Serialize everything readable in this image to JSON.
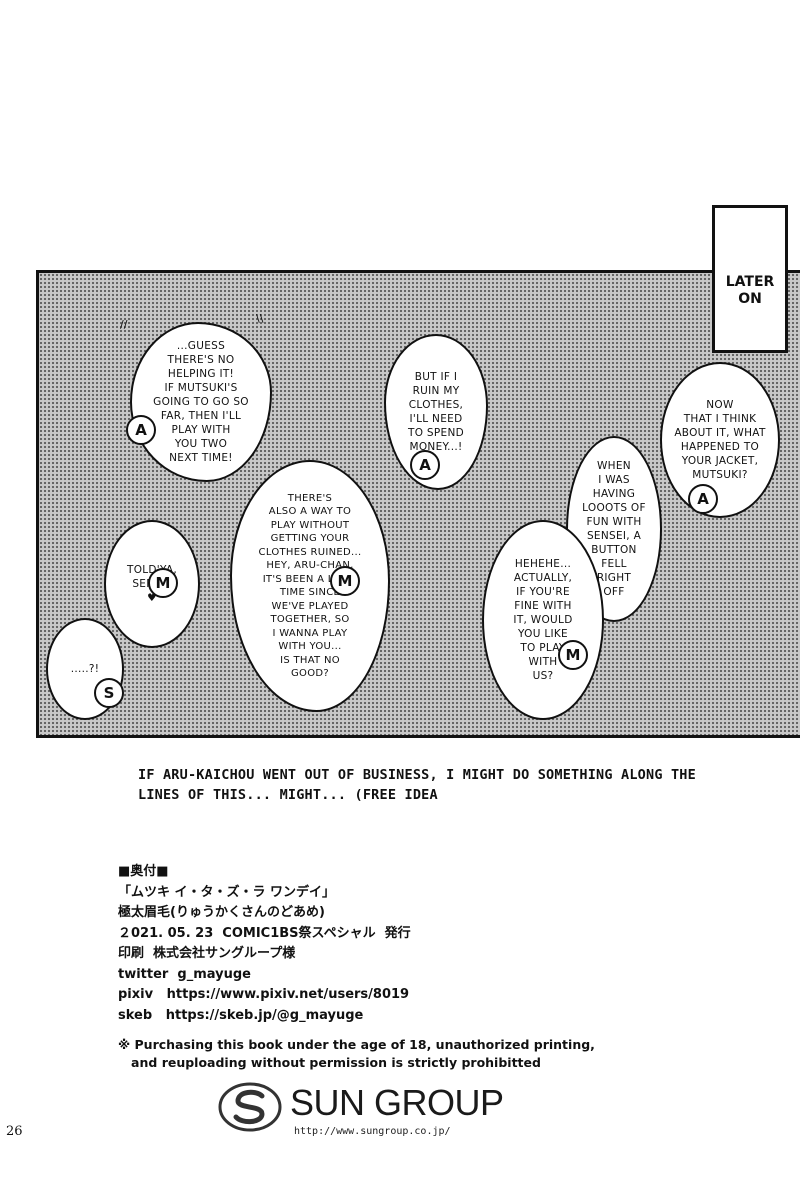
{
  "panel": {
    "later_label": "LATER\nON",
    "bubbles": [
      {
        "text": "...GUESS\nTHERE'S NO\nHELPING IT!\nIF MUTSUKI'S\nGOING TO GO SO\nFAR, THEN I'LL\nPLAY WITH\nYOU TWO\nNEXT TIME!",
        "speaker": "A"
      },
      {
        "text": "BUT IF I\nRUIN MY\nCLOTHES,\nI'LL NEED\nTO SPEND\nMONEY...!",
        "speaker": "A"
      },
      {
        "text": "NOW\nTHAT I THINK\nABOUT IT, WHAT\nHAPPENED TO\nYOUR JACKET,\nMUTSUKI?",
        "speaker": "A"
      },
      {
        "text": "WHEN\nI WAS\nHAVING\nLOOOTS OF\nFUN WITH\nSENSEI, A\nBUTTON\nFELL\nRIGHT\nOFF",
        "speaker": ""
      },
      {
        "text": "THERE'S\nALSO A WAY TO\nPLAY WITHOUT\nGETTING YOUR\nCLOTHES RUINED...\nHEY, ARU-CHAN,\nIT'S BEEN A LONG\nTIME SINCE\nWE'VE PLAYED\nTOGETHER, SO\nI WANNA PLAY\nWITH YOU...\nIS THAT NO\nGOOD?",
        "speaker": "M"
      },
      {
        "text": "HEHEHE...\nACTUALLY,\nIF YOU'RE\nFINE WITH\nIT, WOULD\nYOU LIKE\nTO PLAY\nWITH\nUS?",
        "speaker": "M"
      },
      {
        "text": "TOLD'YA,\nSENSEI\n♥",
        "speaker": "M"
      },
      {
        "text": ".....?!",
        "speaker": "S"
      }
    ]
  },
  "caption": "IF ARU-KAICHOU WENT OUT OF BUSINESS, I MIGHT DO SOMETHING ALONG THE LINES OF THIS... MIGHT... (FREE IDEA",
  "colophon": {
    "lines": [
      "■奥付■",
      "「ムツキ イ・タ・ズ・ラ ワンデイ」",
      "極太眉毛(りゅうかくさんのどあめ)",
      "２021. 05. 23  COMIC1BS祭スペシャル  発行",
      "印刷  株式会社サングループ様",
      "twitter  g_mayuge",
      "pixiv   https://www.pixiv.net/users/8019",
      "skeb   https://skeb.jp/@g_mayuge"
    ]
  },
  "notice": "※ Purchasing this book under the age of 18, unauthorized printing,\n   and reuploading without permission is strictly prohibitted",
  "logo": {
    "name": "SUN GROUP",
    "url": "http://www.sungroup.co.jp/"
  },
  "page_number": "26",
  "icons": {
    "logo_mark": "sun-group-logo-icon",
    "heart": "heart-icon"
  }
}
